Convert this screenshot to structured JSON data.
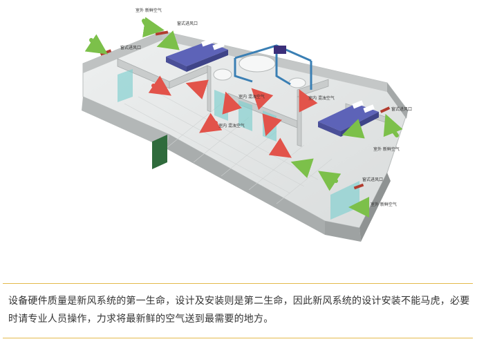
{
  "labels": {
    "outdoor_top": "室外 新鲜空气",
    "inlet_top": "窗式进风口",
    "inlet_left": "窗式进风口",
    "indoor_center_1": "室内 混浊空气",
    "indoor_center_2": "室内 混浊空气",
    "indoor_lower": "室内 混浊空气",
    "inlet_right": "窗式进风口",
    "outdoor_right": "室外 新鲜空气",
    "inlet_bottom": "窗式进风口",
    "outdoor_bottom": "室外 新鲜空气"
  },
  "caption": "设备硬件质量是新风系统的第一生命，设计及安装则是第二生命，因此新风系统的设计安装不能马虎，必要时请专业人员操作，力求将最新鲜的空气送到最需要的地方。",
  "colors": {
    "fresh_arrow": "#7cc04a",
    "stale_arrow": "#e2534a",
    "duct": "#3a7fb4",
    "bed": "#5d63b8",
    "accent_line": "#e4b94a"
  }
}
